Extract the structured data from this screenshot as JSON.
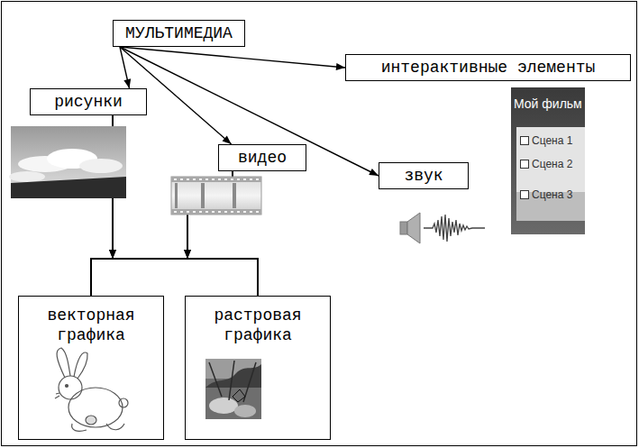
{
  "diagram": {
    "nodes": [
      {
        "text": [
          "МУЛЬТИМЕДИА"
        ]
      },
      {
        "text": [
          "интерактивные элементы"
        ]
      },
      {
        "text": [
          "рисунки"
        ]
      },
      {
        "text": [
          "видео"
        ]
      },
      {
        "text": [
          "звук"
        ]
      },
      {
        "text": [
          "векторная графика"
        ]
      },
      {
        "text": [
          "растровая графика"
        ]
      }
    ],
    "edges": [
      {
        "from": 0,
        "to": 1,
        "arrow": "to"
      },
      {
        "from": 0,
        "to": 2,
        "arrow": "to"
      },
      {
        "from": 0,
        "to": 3,
        "arrow": "to"
      },
      {
        "from": 0,
        "to": 4,
        "arrow": "to"
      },
      {
        "from": 2,
        "to": 5,
        "arrow": "to"
      },
      {
        "from": 2,
        "to": 6,
        "arrow": "to"
      },
      {
        "from": 3,
        "to": 5,
        "arrow": "to"
      },
      {
        "from": 3,
        "to": 6,
        "arrow": "to"
      }
    ],
    "labels": [
      "Мой фильм",
      "Сцена 1",
      "Сцена 2",
      "Сцена 3"
    ]
  }
}
